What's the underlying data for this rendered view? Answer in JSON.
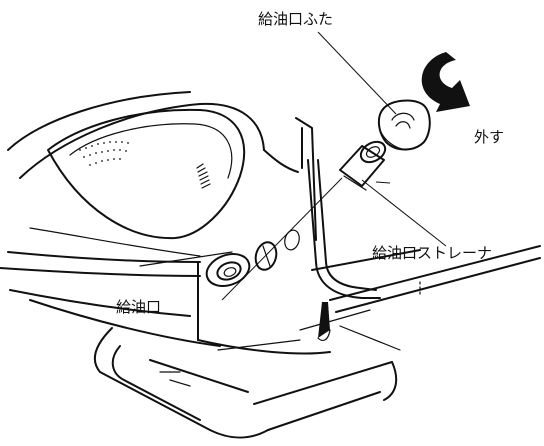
{
  "labels": {
    "cap": "給油口ふた",
    "remove": "外す",
    "strainer": "給油口ストレーナ",
    "inlet": "給油口"
  },
  "icons": {
    "rotation_arrow": "curved-arrow-clockwise"
  },
  "colors": {
    "ink": "#111111",
    "background": "#ffffff"
  }
}
